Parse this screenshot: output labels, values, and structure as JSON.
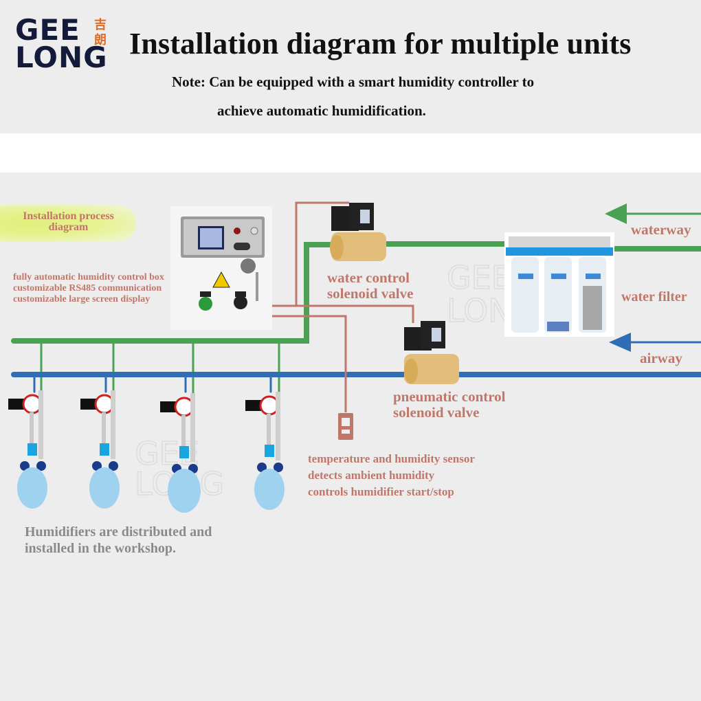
{
  "brand": {
    "logo_line1": "GEE",
    "logo_line2": "LONG",
    "logo_cn_1": "吉",
    "logo_cn_2": "朗",
    "brand_color": "#141a3a",
    "accent_color": "#e06a22"
  },
  "header": {
    "title": "Installation diagram for multiple units",
    "note_line1": "Note: Can be equipped with a smart humidity controller  to",
    "note_line2": "achieve automatic humidification."
  },
  "diagram": {
    "badge_line1": "Installation process",
    "badge_line2": "diagram",
    "control_box": {
      "lines": [
        "fully automatic humidity control box",
        "customizable RS485 communication",
        "customizable large screen display"
      ]
    },
    "water_valve": {
      "line1": "water control",
      "line2": "solenoid valve"
    },
    "pneumatic_valve": {
      "line1": "pneumatic control",
      "line2": "solenoid valve"
    },
    "sensor": {
      "lines": [
        "temperature and humidity sensor",
        "detects ambient humidity",
        "controls humidifier start/stop"
      ]
    },
    "waterway_label": "waterway",
    "water_filter_label": "water filter",
    "airway_label": "airway",
    "humidifiers_caption": {
      "line1": "Humidifiers are distributed and",
      "line2": "installed in the workshop."
    },
    "humidifier_count": 4,
    "filter_cartridge_count": 3,
    "colors": {
      "water_line": "#4aa153",
      "air_line": "#2f6db5",
      "signal_line": "#c0776a",
      "label_text": "#c0776a",
      "caption_text": "#8a8a8a"
    }
  }
}
